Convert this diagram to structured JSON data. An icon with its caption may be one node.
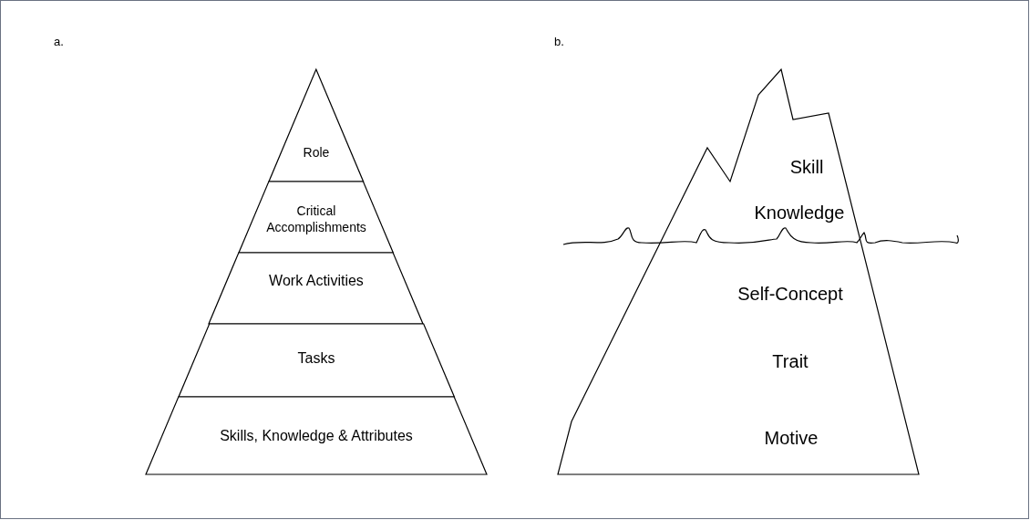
{
  "diagram": {
    "nodes": [
      {
        "text": [
          "Role"
        ]
      },
      {
        "text": [
          "Critical Accomplishments"
        ]
      },
      {
        "text": [
          "Work Activities"
        ]
      },
      {
        "text": [
          "Tasks"
        ]
      },
      {
        "text": [
          "Skills, Knowledge & Attributes"
        ]
      },
      {
        "text": [
          "Skill",
          "Knowledge",
          "Self-Concept",
          "Trait",
          "Motive"
        ]
      }
    ],
    "labels": [
      "a.",
      "b."
    ]
  }
}
